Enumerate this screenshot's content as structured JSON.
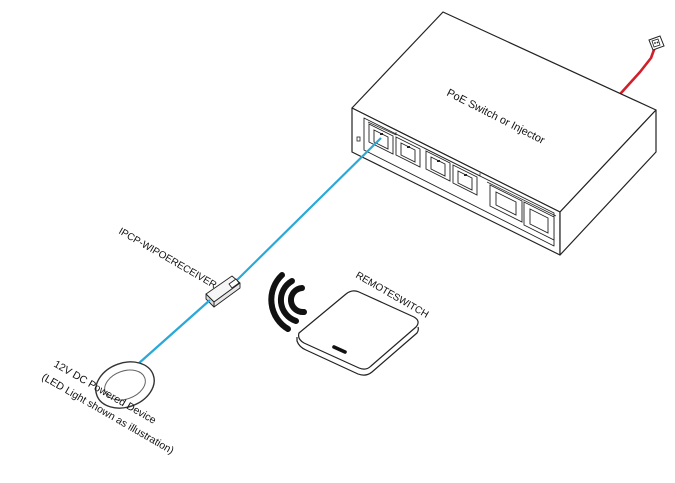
{
  "labels": {
    "switch": "PoE Switch or Injector",
    "receiver": "IPCP-WIPOERECEIVER",
    "remote": "REMOTESWITCH",
    "device_line1": "12V DC Powered Device",
    "device_line2": "(LED Light shown as illustration)"
  },
  "colors": {
    "ethernet_cable": "#2aa8d8",
    "power_cable": "#d0202a",
    "outline": "#222222"
  },
  "icons": {
    "wifi": "wifi-icon",
    "outlet": "power-outlet-icon",
    "led": "led-ring-light-icon"
  }
}
